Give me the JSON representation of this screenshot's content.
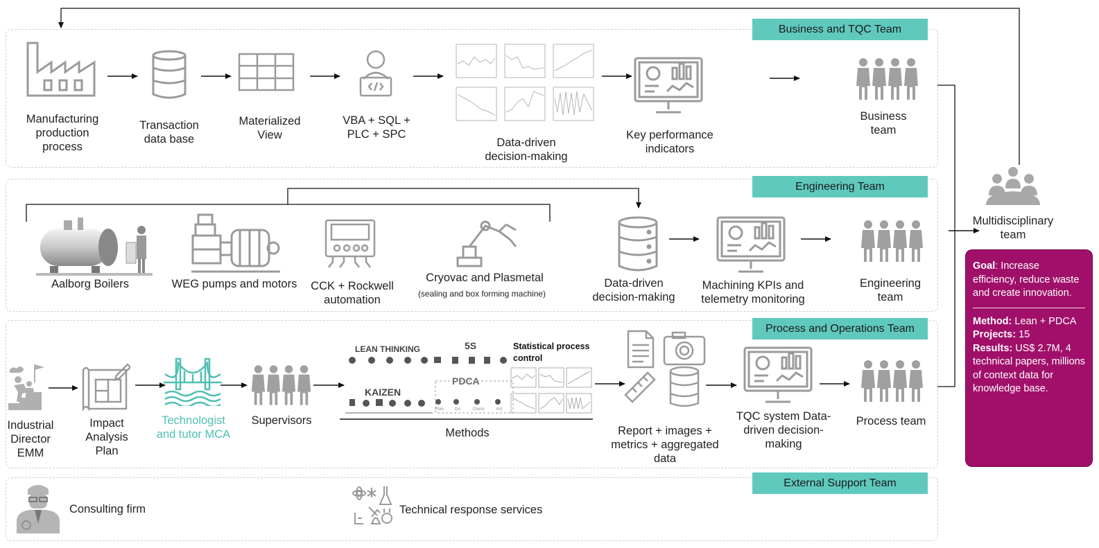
{
  "teams": {
    "business": "Business and TQC Team",
    "engineering": "Engineering Team",
    "process": "Process and Operations Team",
    "external": "External Support Team"
  },
  "business_row": {
    "manufacturing": "Manufacturing production process",
    "transaction_db": "Transaction data base",
    "materialized_view": "Materialized View",
    "vba": "VBA + SQL + PLC + SPC",
    "decision": "Data-driven decision-making",
    "kpi": "Key performance indicators",
    "team": "Business team"
  },
  "engineering_row": {
    "boilers": "Aalborg Boilers",
    "weg": "WEG pumps and motors",
    "cck": "CCK + Rockwell automation",
    "cryovac": "Cryovac and Plasmetal",
    "cryovac_sub": "(sealing and box forming machine)",
    "decision": "Data-driven decision-making",
    "kpis": "Machining KPIs and telemetry monitoring",
    "team": "Engineering team"
  },
  "process_row": {
    "director": "Industrial Director EMM",
    "impact": "Impact Analysis Plan",
    "tutor": "Technologist and tutor MCA",
    "supervisors": "Supervisors",
    "methods": "Methods",
    "lean": "LEAN THINKING",
    "fives": "5S",
    "spc": "Statistical process control",
    "kaizen": "KAIZEN",
    "pdca": "PDCA",
    "pdca_steps": [
      "Plan",
      "Do",
      "Check",
      "Act"
    ],
    "report": "Report + images + metrics + aggregated data",
    "tqc": "TQC system Data-driven decision-making",
    "team": "Process team"
  },
  "external_row": {
    "consulting": "Consulting firm",
    "technical": "Technical response services"
  },
  "multidisciplinary": "Multidisciplinary team",
  "goal_box": {
    "goal_label": "Goal",
    "goal_text": ": Increase efficiency, reduce waste and create innovation.",
    "method_label": "Method:",
    "method_text": " Lean + PDCA",
    "projects_label": "Projects:",
    "projects_text": " 15",
    "results_label": "Results:",
    "results_text": " US$ 2.7M, 4 technical papers, millions of context data for knowledge base."
  },
  "colors": {
    "team_tag": "#5fc9bd",
    "goal_box": "#a0106a",
    "icon_gray": "#9a9a9a",
    "tutor_teal": "#4fbfb3"
  }
}
